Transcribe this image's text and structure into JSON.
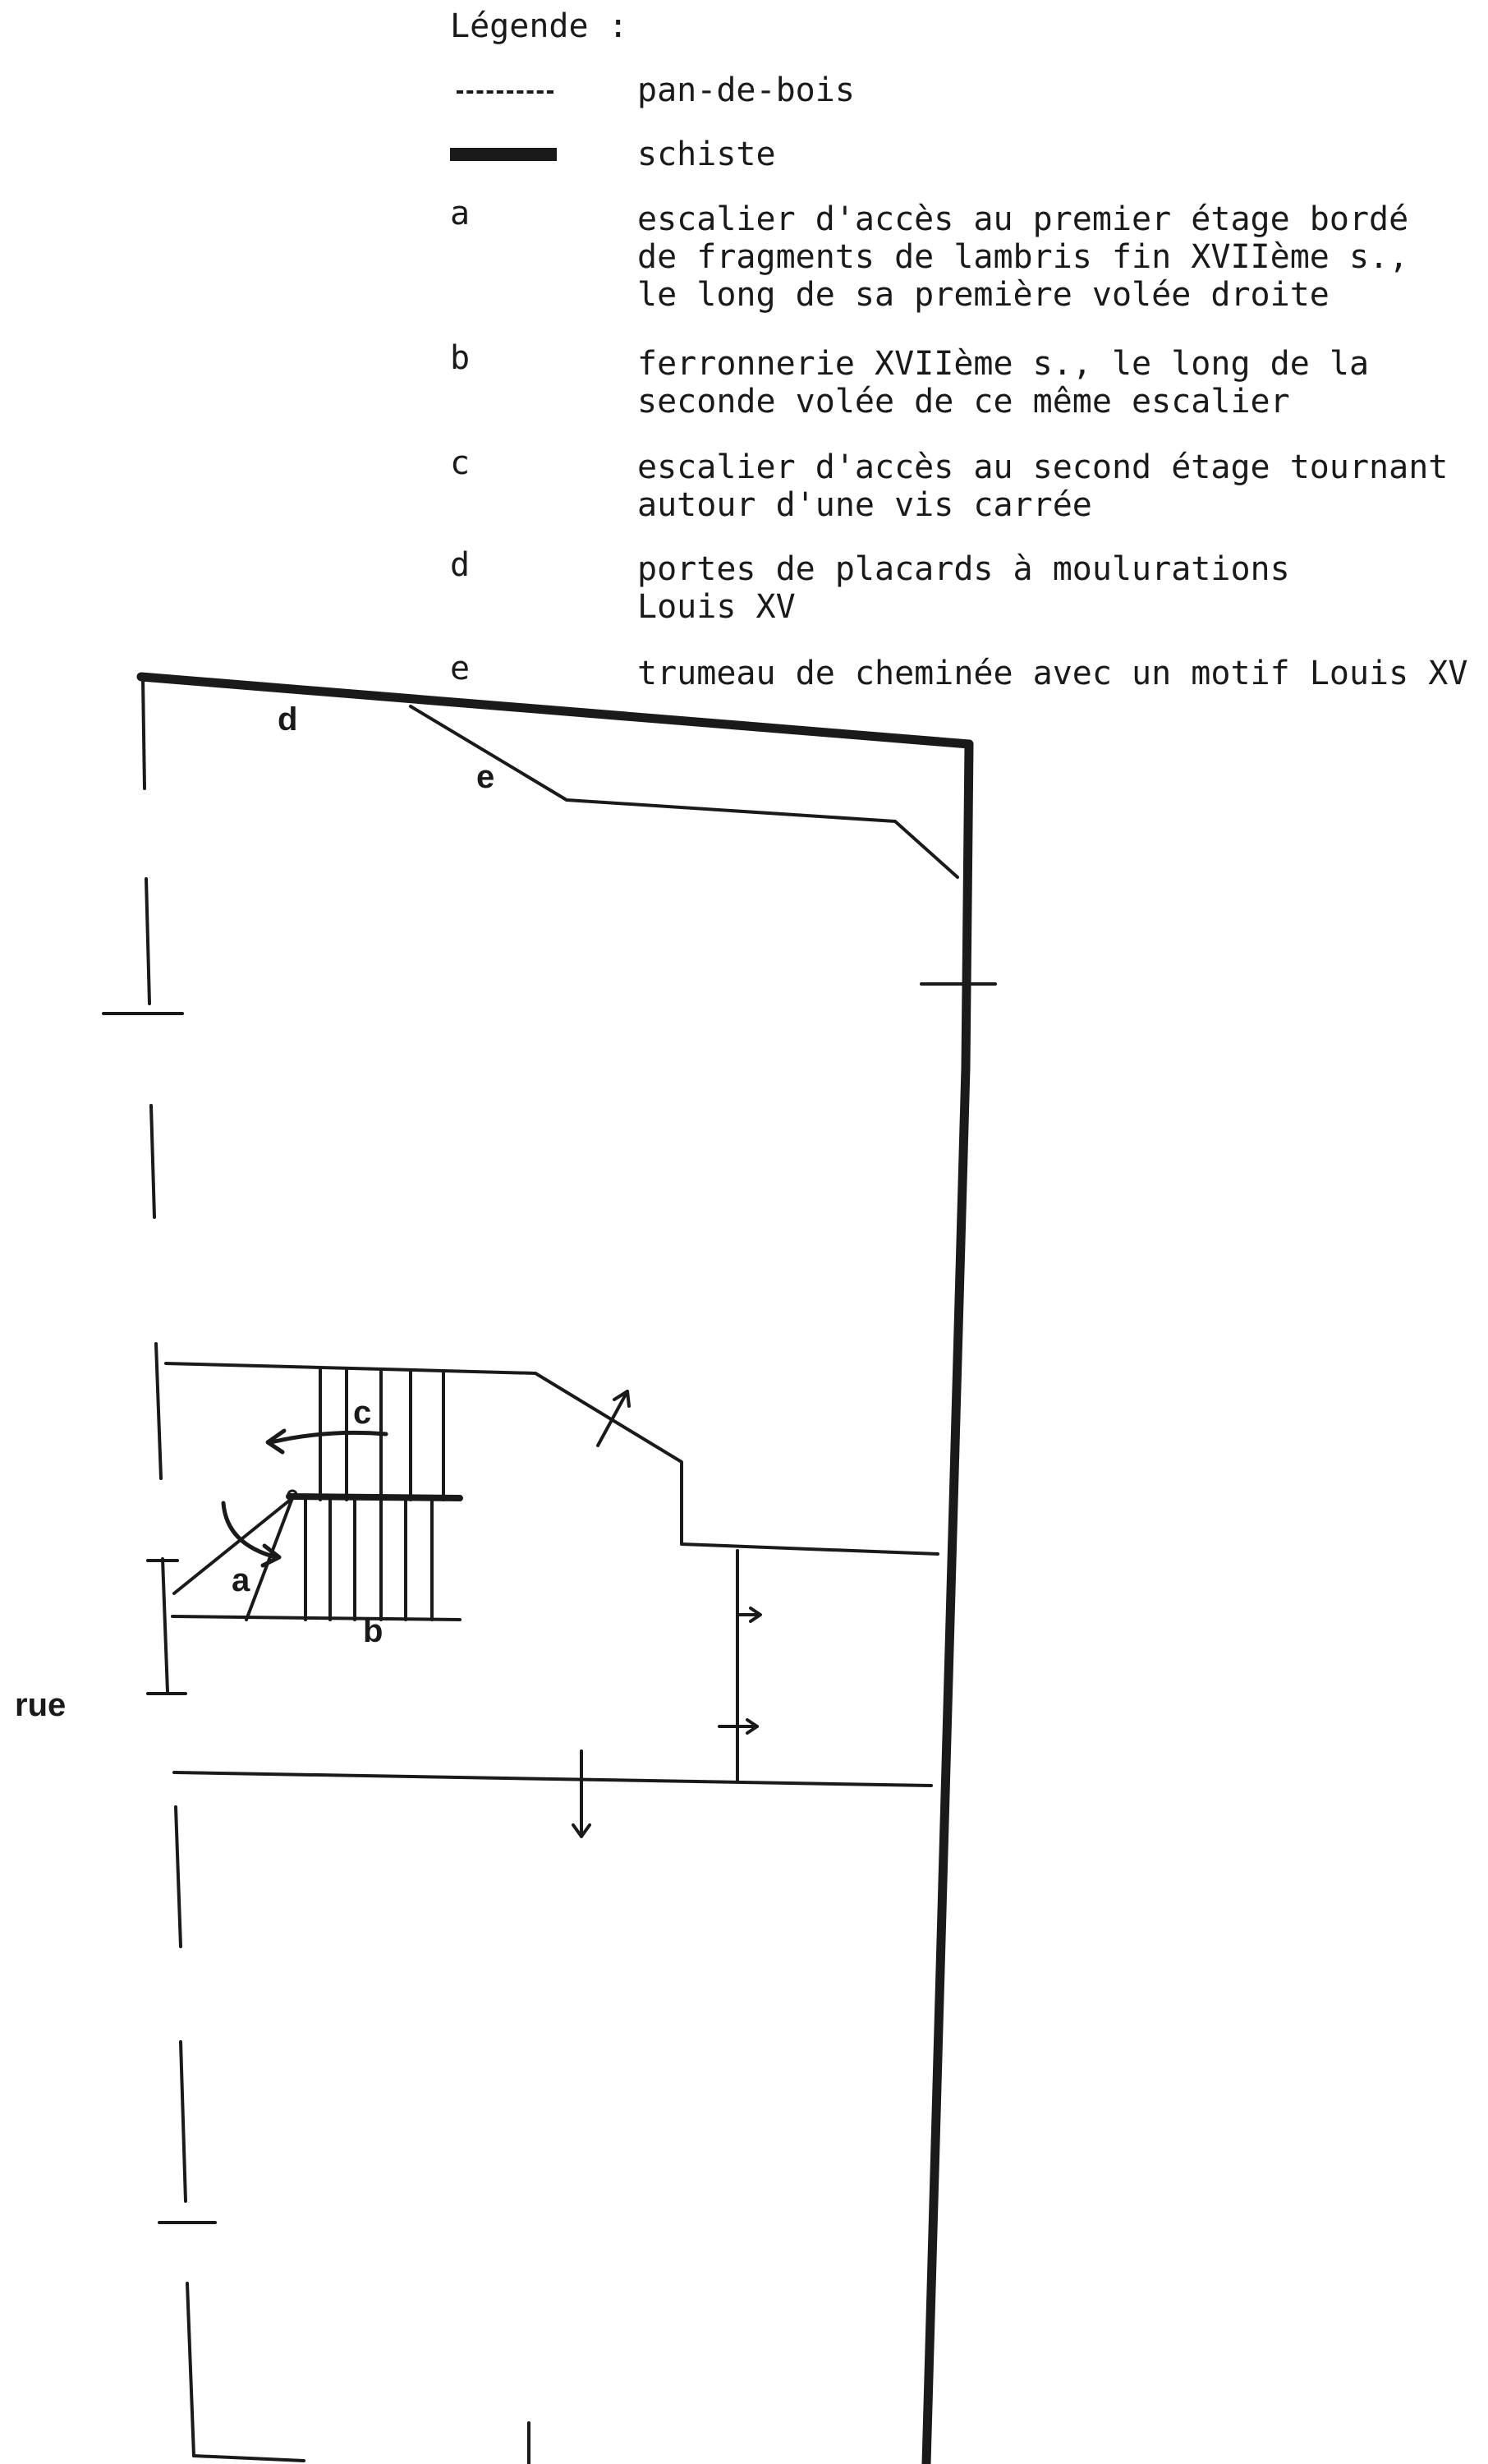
{
  "legend": {
    "title": "Légende :",
    "items": [
      {
        "key": "- - -",
        "text": "pan-de-bois"
      },
      {
        "key": "",
        "text": "schiste"
      },
      {
        "key": "a",
        "text": "escalier d'accès au premier étage bordé\nde fragments de lambris fin XVIIème s.,\nle long de sa première volée droite"
      },
      {
        "key": "b",
        "text": "ferronnerie XVIIème s., le long de la\nseconde volée de ce même escalier"
      },
      {
        "key": "c",
        "text": "escalier d'accès au second étage tournant\nautour d'une vis carrée"
      },
      {
        "key": "d",
        "text": "portes de placards à moulurations\nLouis XV"
      },
      {
        "key": "e",
        "text": "trumeau de cheminée avec un motif Louis XV"
      }
    ]
  },
  "plan_labels": {
    "d": "d",
    "e": "e",
    "c": "c",
    "a": "a",
    "b": "b",
    "street": "rue"
  },
  "colors": {
    "ink": "#1a1a1a",
    "paper": "#ffffff"
  }
}
